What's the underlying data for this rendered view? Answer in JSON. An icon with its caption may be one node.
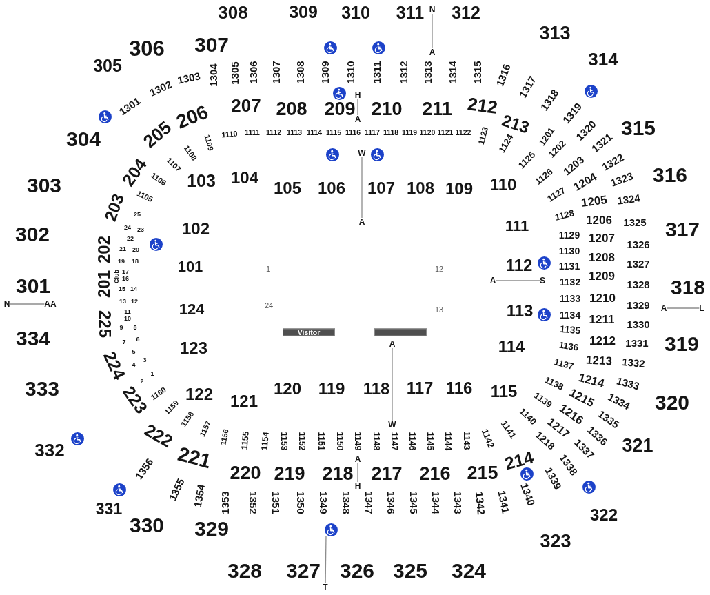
{
  "diagram": {
    "nodes": [
      {
        "text": [
          "N"
        ]
      },
      {
        "text": [
          "A"
        ]
      },
      {
        "text": [
          "H"
        ]
      },
      {
        "text": [
          "A"
        ]
      },
      {
        "text": [
          "W"
        ]
      },
      {
        "text": [
          "A"
        ]
      },
      {
        "text": [
          "A"
        ]
      },
      {
        "text": [
          "S"
        ]
      },
      {
        "text": [
          "N"
        ]
      },
      {
        "text": [
          "AA"
        ]
      },
      {
        "text": [
          "A"
        ]
      },
      {
        "text": [
          "L"
        ]
      },
      {
        "text": [
          "Visitor"
        ]
      },
      {
        "text": [],
        "shape": "bar"
      },
      {
        "text": [
          "A"
        ]
      },
      {
        "text": [
          "W"
        ]
      },
      {
        "text": [
          "A"
        ]
      },
      {
        "text": [
          "H"
        ]
      },
      {
        "text": [
          "T"
        ]
      }
    ],
    "edges": [
      {
        "from": 0,
        "to": 1,
        "arrow": "none"
      },
      {
        "from": 2,
        "to": 3,
        "arrow": "none"
      },
      {
        "from": 4,
        "to": 5,
        "arrow": "none"
      },
      {
        "from": 6,
        "to": 7,
        "arrow": "none"
      },
      {
        "from": 8,
        "to": 9,
        "arrow": "none"
      },
      {
        "from": 10,
        "to": 11,
        "arrow": "none"
      },
      {
        "from": 14,
        "to": 15,
        "arrow": "none"
      },
      {
        "from": 16,
        "to": 17,
        "arrow": "none"
      },
      {
        "from": null,
        "to": 18,
        "arrow": "none"
      }
    ],
    "labels": [
      "301",
      "302",
      "303",
      "304",
      "305",
      "306",
      "307",
      "308",
      "309",
      "310",
      "311",
      "312",
      "313",
      "314",
      "315",
      "316",
      "317",
      "318",
      "319",
      "320",
      "321",
      "322",
      "323",
      "324",
      "325",
      "326",
      "327",
      "328",
      "329",
      "330",
      "331",
      "332",
      "333",
      "334",
      "1301",
      "1302",
      "1303",
      "1304",
      "1305",
      "1306",
      "1307",
      "1308",
      "1309",
      "1310",
      "1311",
      "1312",
      "1313",
      "1314",
      "1315",
      "1316",
      "1317",
      "1318",
      "1319",
      "1320",
      "1321",
      "1322",
      "1323",
      "1324",
      "1325",
      "1326",
      "1327",
      "1328",
      "1329",
      "1330",
      "1331",
      "1332",
      "1333",
      "1334",
      "1335",
      "1336",
      "1337",
      "1338",
      "1339",
      "1340",
      "1341",
      "1342",
      "1343",
      "1344",
      "1345",
      "1346",
      "1347",
      "1348",
      "1349",
      "1350",
      "1351",
      "1352",
      "1353",
      "1354",
      "1355",
      "1356",
      "201",
      "202",
      "203",
      "204",
      "205",
      "206",
      "207",
      "208",
      "209",
      "210",
      "211",
      "212",
      "213",
      "214",
      "215",
      "216",
      "217",
      "218",
      "219",
      "220",
      "221",
      "222",
      "223",
      "224",
      "225",
      "1201",
      "1202",
      "1203",
      "1204",
      "1205",
      "1206",
      "1207",
      "1208",
      "1209",
      "1210",
      "1211",
      "1212",
      "1213",
      "1214",
      "1215",
      "1216",
      "1217",
      "1218",
      "1105",
      "1106",
      "1107",
      "1108",
      "1109",
      "1110",
      "1111",
      "1112",
      "1113",
      "1114",
      "1115",
      "1116",
      "1117",
      "1118",
      "1119",
      "1120",
      "1121",
      "1122",
      "1123",
      "1124",
      "1125",
      "1126",
      "1127",
      "1128",
      "1129",
      "1130",
      "1131",
      "1132",
      "1133",
      "1134",
      "1135",
      "1136",
      "1137",
      "1138",
      "1139",
      "1140",
      "1141",
      "1142",
      "1143",
      "1144",
      "1145",
      "1146",
      "1147",
      "1148",
      "1149",
      "1150",
      "1151",
      "1152",
      "1153",
      "1154",
      "1155",
      "1156",
      "1157",
      "1158",
      "1159",
      "1160",
      "101",
      "102",
      "103",
      "104",
      "105",
      "106",
      "107",
      "108",
      "109",
      "110",
      "111",
      "112",
      "113",
      "114",
      "115",
      "116",
      "117",
      "118",
      "119",
      "120",
      "121",
      "122",
      "123",
      "124",
      "25",
      "24",
      "23",
      "22",
      "21",
      "20",
      "19",
      "18",
      "17",
      "16",
      "15",
      "14",
      "13",
      "12",
      "11",
      "10",
      "9",
      "8",
      "7",
      "6",
      "5",
      "4",
      "3",
      "2",
      "1",
      "Club",
      "1",
      "12",
      "24",
      "13"
    ]
  }
}
